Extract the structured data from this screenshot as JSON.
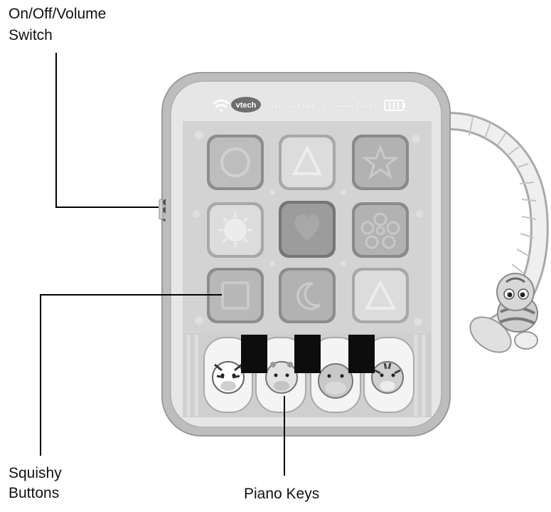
{
  "callouts": {
    "switch_line1": "On/Off/Volume",
    "switch_line2": "Switch",
    "buttons_line1": "Squishy",
    "buttons_line2": "Buttons",
    "piano": "Piano Keys"
  },
  "device": {
    "brand": "vtech",
    "product_name": "Squishy Lights Learning Tablet",
    "button_shapes": [
      "circle",
      "triangle",
      "star",
      "sun",
      "heart",
      "flower",
      "square",
      "moon",
      "triangle"
    ],
    "piano_animals": [
      "zebra",
      "giraffe",
      "hippo",
      "tiger"
    ]
  },
  "colors": {
    "body": "#e6e6e6",
    "body_outline": "#9b9b9b",
    "panel": "#d3d3d3",
    "button_light": "#dcdcdc",
    "button_mid": "#bdbdbd",
    "button_dark": "#9c9c9c",
    "piano_black": "#0d0d0d"
  }
}
